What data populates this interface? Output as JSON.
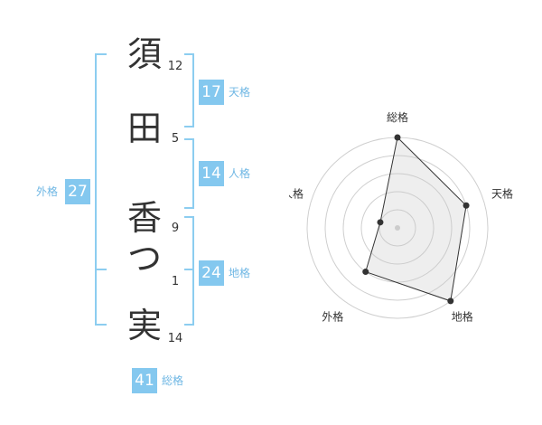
{
  "name": {
    "characters": [
      {
        "char": "須",
        "strokes": "12"
      },
      {
        "char": "田",
        "strokes": "5"
      },
      {
        "char": "香",
        "strokes": "9"
      },
      {
        "char": "つ",
        "strokes": "1"
      },
      {
        "char": "実",
        "strokes": "14"
      }
    ]
  },
  "fortunes": {
    "tenkaku": {
      "value": "17",
      "label": "天格"
    },
    "jinkaku": {
      "value": "14",
      "label": "人格"
    },
    "chikaku": {
      "value": "24",
      "label": "地格"
    },
    "gaikaku": {
      "value": "27",
      "label": "外格"
    },
    "soukaku": {
      "value": "41",
      "label": "総格"
    }
  },
  "colors": {
    "accent": "#84c8ef",
    "accent_text": "#6fb7e4",
    "bracket": "#8ccdf0"
  },
  "chart_data": {
    "type": "radar",
    "axes": [
      "総格",
      "天格",
      "地格",
      "外格",
      "人格"
    ],
    "values": [
      5,
      4,
      5,
      3,
      1
    ],
    "rmax": 5,
    "rings": 5
  }
}
